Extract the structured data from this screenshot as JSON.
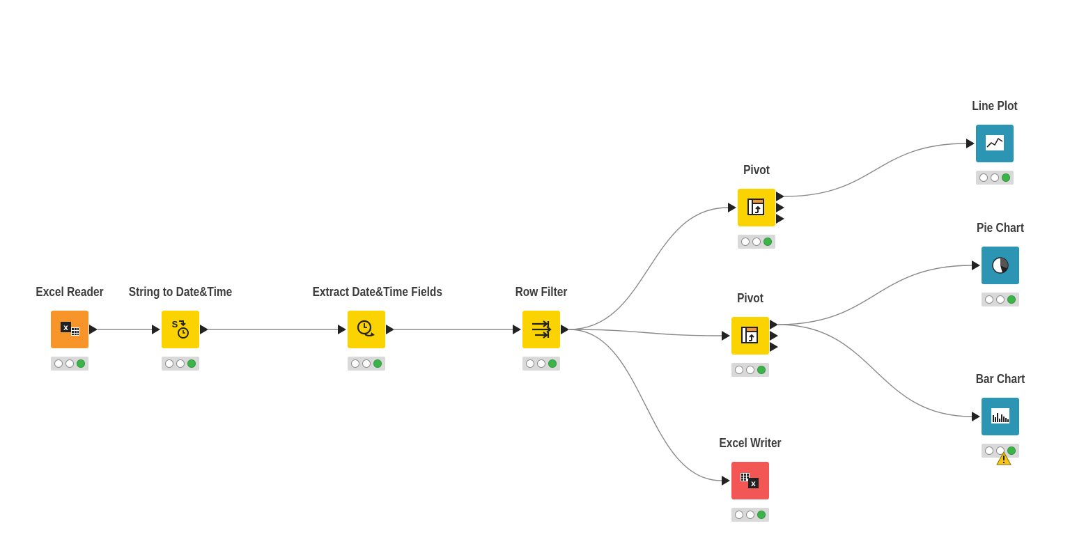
{
  "colors": {
    "reader": "#f7942a",
    "manipulator": "#fbd300",
    "visualizer": "#2b95b3",
    "writer": "#f25756",
    "edge": "#8a8a8a",
    "port": "#222222",
    "status_ok": "#3cb44a"
  },
  "nodes": [
    {
      "id": "excel-reader",
      "label": "Excel Reader",
      "category": "reader",
      "icon": "excel-reader-icon",
      "in_ports": 0,
      "out_ports": 1,
      "status": "executed",
      "warning": false
    },
    {
      "id": "string-to-date-time",
      "label": "String to Date&Time",
      "category": "manipulator",
      "icon": "string-to-datetime-icon",
      "in_ports": 1,
      "out_ports": 1,
      "status": "executed",
      "warning": false
    },
    {
      "id": "extract-date-time-fields",
      "label": "Extract Date&Time Fields",
      "category": "manipulator",
      "icon": "clock-extract-icon",
      "in_ports": 1,
      "out_ports": 1,
      "status": "executed",
      "warning": false
    },
    {
      "id": "row-filter",
      "label": "Row Filter",
      "category": "manipulator",
      "icon": "row-filter-icon",
      "in_ports": 1,
      "out_ports": 1,
      "status": "executed",
      "warning": false
    },
    {
      "id": "pivot-1",
      "label": "Pivot",
      "category": "manipulator",
      "icon": "pivot-icon",
      "in_ports": 1,
      "out_ports": 3,
      "status": "executed",
      "warning": false
    },
    {
      "id": "pivot-2",
      "label": "Pivot",
      "category": "manipulator",
      "icon": "pivot-icon",
      "in_ports": 1,
      "out_ports": 3,
      "status": "executed",
      "warning": false
    },
    {
      "id": "excel-writer",
      "label": "Excel Writer",
      "category": "writer",
      "icon": "excel-writer-icon",
      "in_ports": 1,
      "out_ports": 0,
      "status": "executed",
      "warning": false
    },
    {
      "id": "line-plot",
      "label": "Line Plot",
      "category": "visualizer",
      "icon": "line-plot-icon",
      "in_ports": 1,
      "out_ports": 0,
      "status": "executed",
      "warning": false
    },
    {
      "id": "pie-chart",
      "label": "Pie Chart",
      "category": "visualizer",
      "icon": "pie-chart-icon",
      "in_ports": 1,
      "out_ports": 0,
      "status": "executed",
      "warning": false
    },
    {
      "id": "bar-chart",
      "label": "Bar Chart",
      "category": "visualizer",
      "icon": "bar-chart-icon",
      "in_ports": 1,
      "out_ports": 0,
      "status": "executed",
      "warning": true
    }
  ],
  "edges": [
    {
      "from": "excel-reader",
      "from_port": 0,
      "to": "string-to-date-time"
    },
    {
      "from": "string-to-date-time",
      "from_port": 0,
      "to": "extract-date-time-fields"
    },
    {
      "from": "extract-date-time-fields",
      "from_port": 0,
      "to": "row-filter"
    },
    {
      "from": "row-filter",
      "from_port": 0,
      "to": "pivot-1"
    },
    {
      "from": "row-filter",
      "from_port": 0,
      "to": "pivot-2"
    },
    {
      "from": "row-filter",
      "from_port": 0,
      "to": "excel-writer"
    },
    {
      "from": "pivot-1",
      "from_port": 0,
      "to": "line-plot"
    },
    {
      "from": "pivot-2",
      "from_port": 0,
      "to": "pie-chart"
    },
    {
      "from": "pivot-2",
      "from_port": 0,
      "to": "bar-chart"
    }
  ]
}
